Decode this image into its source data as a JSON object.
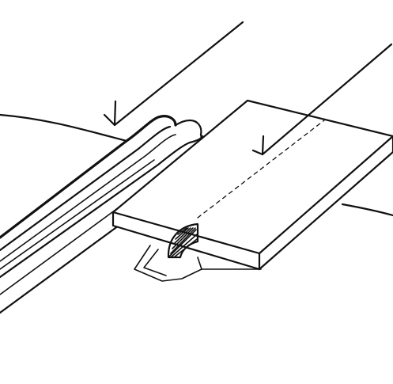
{
  "illustration": {
    "ink_color": "#111111",
    "paper_color": "#ffffff",
    "elements": [
      "router-table-surface",
      "fence-molding",
      "workpiece-board",
      "saw-blade",
      "blade-insert-plate",
      "feed-direction-arrow-fence",
      "feed-direction-arrow-board",
      "cut-line-dashed"
    ]
  }
}
